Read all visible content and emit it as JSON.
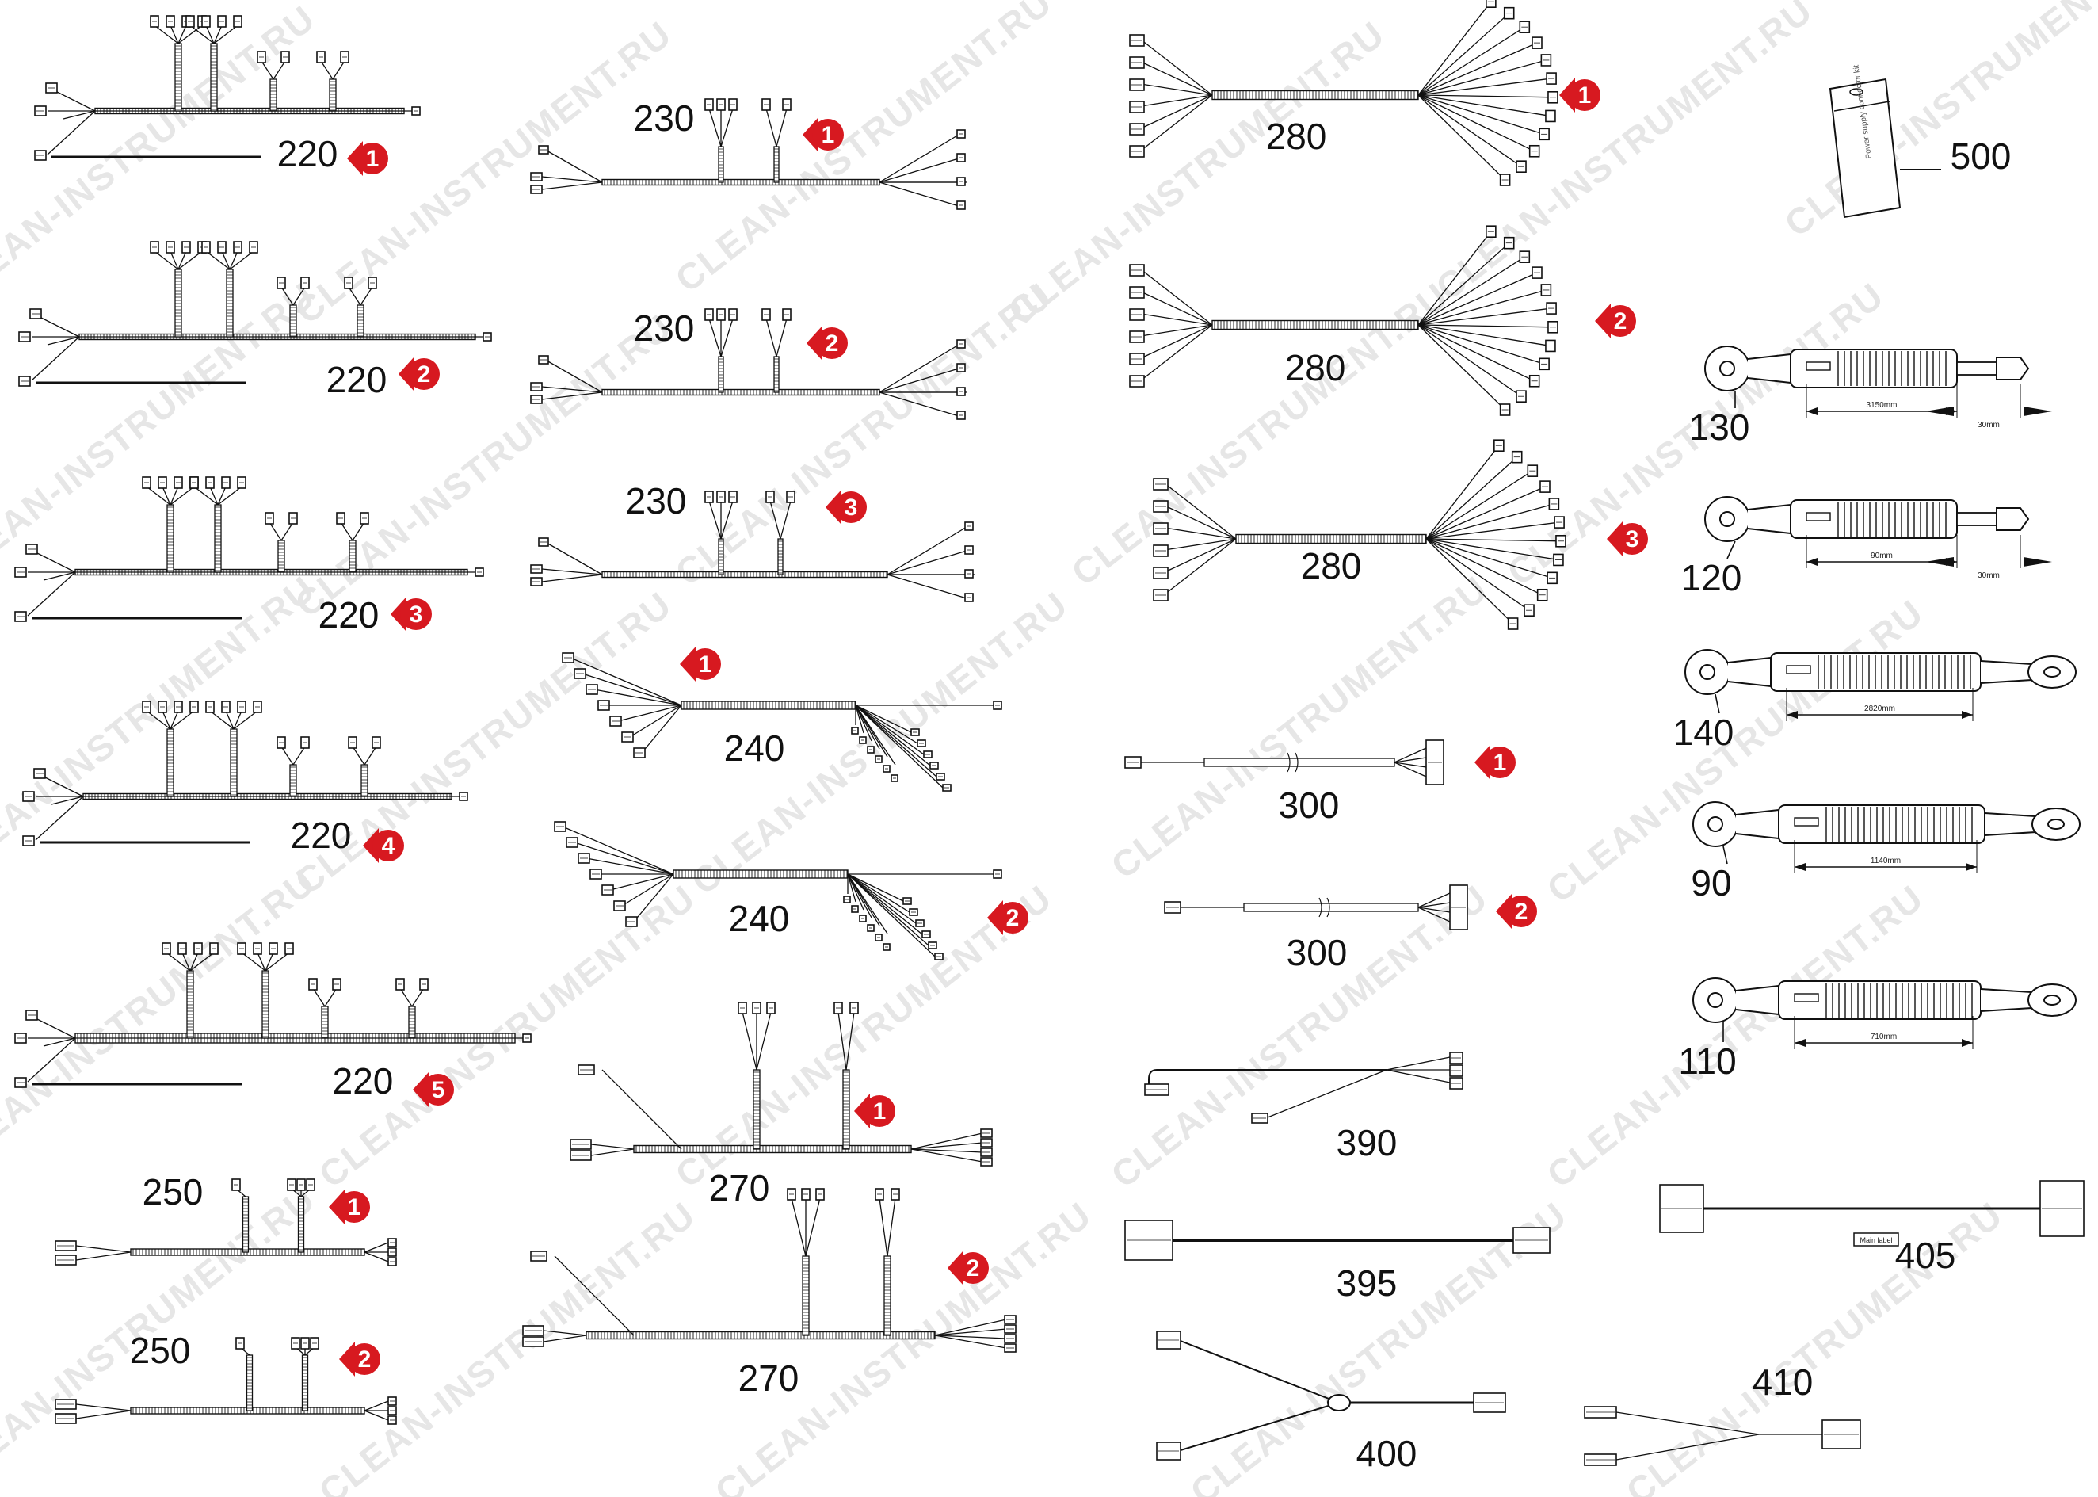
{
  "watermark": "CLEAN-INSTRUMENT.RU",
  "colors": {
    "marker": "#d71920",
    "line": "#111111",
    "watermark": "#e6e6e6"
  },
  "parts": [
    {
      "ref": "220",
      "variant": "1"
    },
    {
      "ref": "220",
      "variant": "2"
    },
    {
      "ref": "220",
      "variant": "3"
    },
    {
      "ref": "220",
      "variant": "4"
    },
    {
      "ref": "220",
      "variant": "5"
    },
    {
      "ref": "250",
      "variant": "1"
    },
    {
      "ref": "250",
      "variant": "2"
    },
    {
      "ref": "230",
      "variant": "1"
    },
    {
      "ref": "230",
      "variant": "2"
    },
    {
      "ref": "230",
      "variant": "3"
    },
    {
      "ref": "240",
      "variant": "1"
    },
    {
      "ref": "240",
      "variant": "2"
    },
    {
      "ref": "270",
      "variant": "1"
    },
    {
      "ref": "270",
      "variant": "2"
    },
    {
      "ref": "280",
      "variant": "1"
    },
    {
      "ref": "280",
      "variant": "2"
    },
    {
      "ref": "280",
      "variant": "3"
    },
    {
      "ref": "300",
      "variant": "1"
    },
    {
      "ref": "300",
      "variant": "2"
    },
    {
      "ref": "390",
      "variant": ""
    },
    {
      "ref": "395",
      "variant": ""
    },
    {
      "ref": "400",
      "variant": ""
    },
    {
      "ref": "405",
      "variant": ""
    },
    {
      "ref": "410",
      "variant": ""
    },
    {
      "ref": "500",
      "variant": ""
    },
    {
      "ref": "130",
      "variant": ""
    },
    {
      "ref": "120",
      "variant": ""
    },
    {
      "ref": "140",
      "variant": ""
    },
    {
      "ref": "90",
      "variant": ""
    },
    {
      "ref": "110",
      "variant": ""
    }
  ],
  "cables": [
    {
      "ref": "130",
      "dims": [
        "3150mm",
        "30mm"
      ]
    },
    {
      "ref": "120",
      "dims": [
        "90mm",
        "30mm"
      ]
    },
    {
      "ref": "140",
      "dims": [
        "2820mm"
      ]
    },
    {
      "ref": "90",
      "dims": [
        "1140mm"
      ]
    },
    {
      "ref": "110",
      "dims": [
        "710mm"
      ]
    }
  ],
  "labels": {
    "main_label": "Main label",
    "bag_text": "Power supply connector kit"
  }
}
